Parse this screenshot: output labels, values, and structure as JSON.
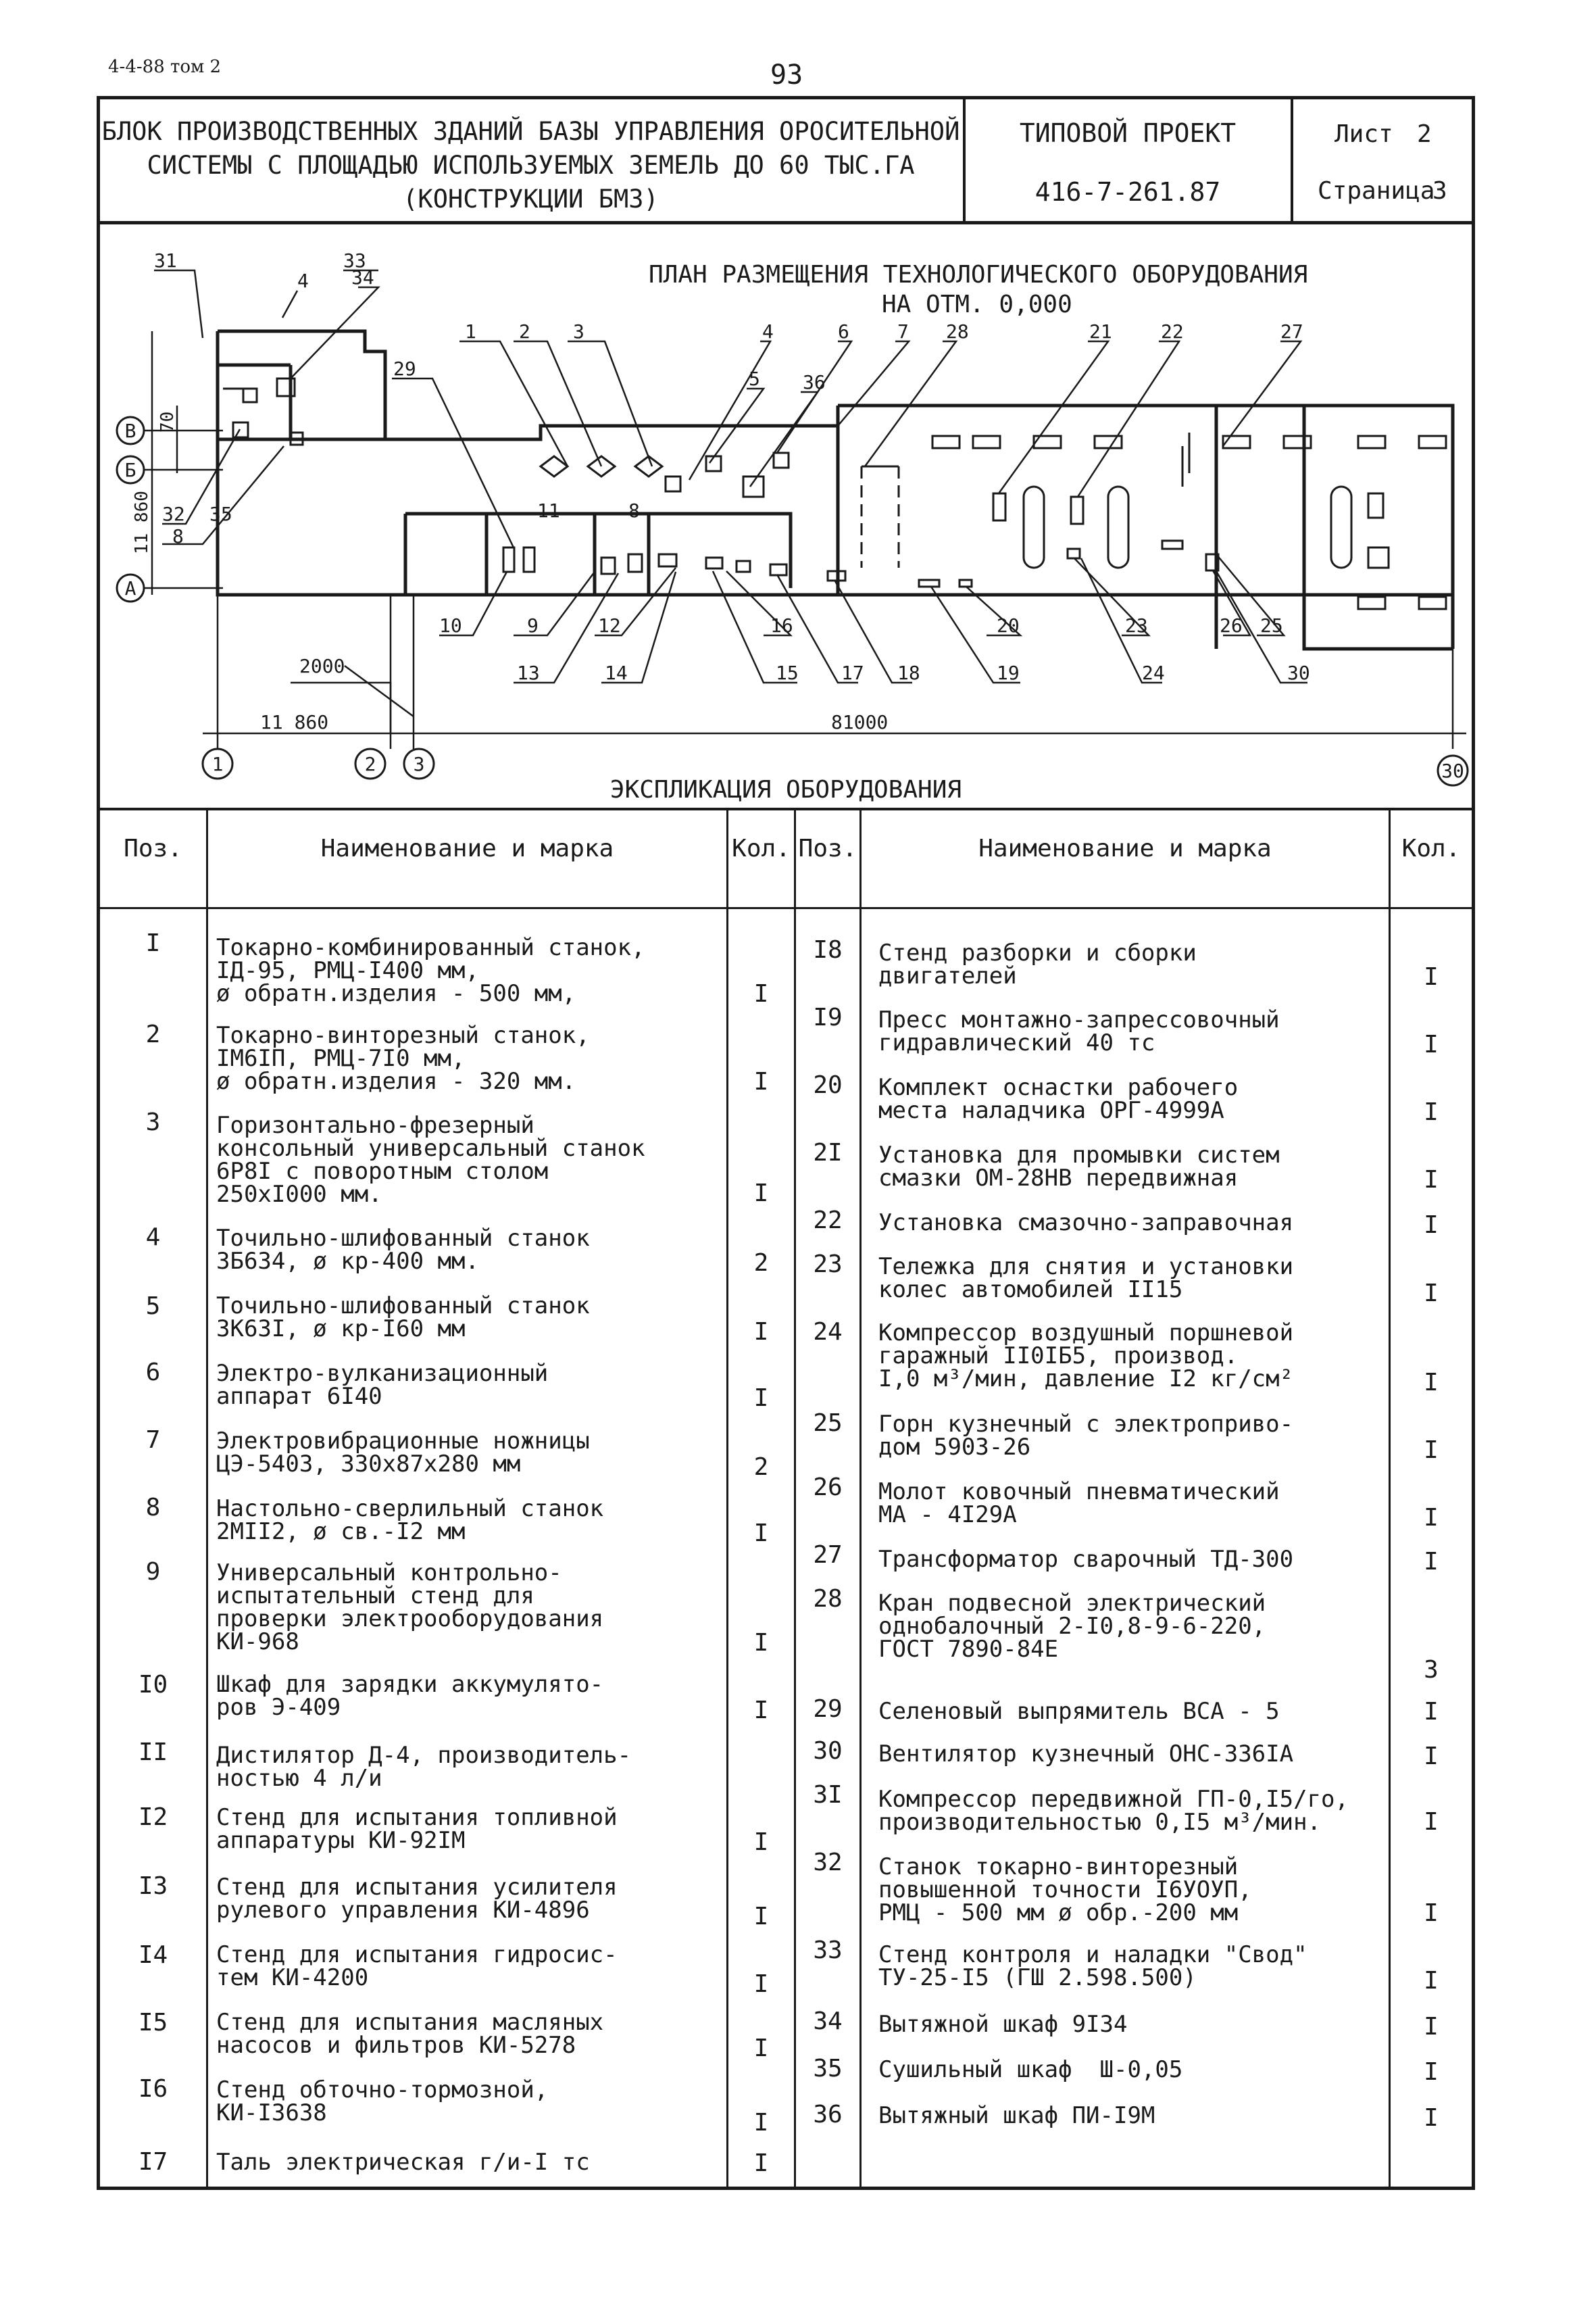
{
  "header": {
    "doc_ref": "4-4-88 том 2",
    "page_number": "93",
    "title_lines": [
      "БЛОК ПРОИЗВОДСТВЕННЫХ ЗДАНИЙ БАЗЫ УПРАВЛЕНИЯ ОРОСИТЕЛЬНОЙ",
      "СИСТЕМЫ С ПЛОЩАДЬЮ ИСПОЛЬЗУЕМЫХ ЗЕМЕЛЬ ДО 60 ТЫС.ГА",
      "(КОНСТРУКЦИИ БМЗ)"
    ],
    "project_label": "ТИПОВОЙ ПРОЕКТ",
    "project_code": "416-7-261.87",
    "sheet_label": "Лист",
    "sheet_value": "2",
    "page_label": "Страница",
    "page_value": "3"
  },
  "plan": {
    "title_line1": "ПЛАН РАЗМЕЩЕНИЯ ТЕХНОЛОГИЧЕСКОГО ОБОРУДОВАНИЯ",
    "title_line2": "НА ОТМ. 0,000",
    "axes": {
      "a": "А",
      "b": "Б",
      "v": "В",
      "ax1": "1",
      "ax2": "2",
      "ax3": "3",
      "ax30": "30"
    },
    "dims": {
      "d11860_vert": "11 860",
      "d70": "70",
      "d2000": "2000",
      "d11860": "11 860",
      "d81000": "81000"
    },
    "callouts_top": [
      "31",
      "4",
      "33",
      "34",
      "1",
      "2",
      "3",
      "4",
      "6",
      "7",
      "28",
      "21",
      "22",
      "27",
      "29",
      "5",
      "36"
    ],
    "callouts_left": [
      "32",
      "8",
      "35",
      "11",
      "8"
    ],
    "callouts_bottom": [
      "10",
      "9",
      "12",
      "16",
      "20",
      "23",
      "26",
      "25",
      "13",
      "14",
      "15",
      "17",
      "18",
      "19",
      "24",
      "30"
    ]
  },
  "table": {
    "title": "ЭКСПЛИКАЦИЯ ОБОРУДОВАНИЯ",
    "headers": {
      "pos": "Поз.",
      "name": "Наименование и марка",
      "qty_left": "Кол.",
      "qty_right": "Кол."
    },
    "left": [
      {
        "pos": "I",
        "name": "Токарно-комбинированный станок,\nIД-95, РМЦ-I400 мм,\nø обратн.изделия - 500 мм,",
        "qty": "I"
      },
      {
        "pos": "2",
        "name": "Токарно-винторезный станок,\nIМ6IП, РМЦ-7I0 мм,\nø обратн.изделия - 320 мм.",
        "qty": "I"
      },
      {
        "pos": "3",
        "name": "Горизонтально-фрезерный\nконсольный универсальный станок\n6Р8I с поворотным столом\n250хI000 мм.",
        "qty": "I"
      },
      {
        "pos": "4",
        "name": "Точильно-шлифованный станок\n3Б634, ø кр-400 мм.",
        "qty": "2"
      },
      {
        "pos": "5",
        "name": "Точильно-шлифованный станок\n3К63I, ø кр-I60 мм",
        "qty": "I"
      },
      {
        "pos": "6",
        "name": "Электро-вулканизационный\nаппарат 6I40",
        "qty": "I"
      },
      {
        "pos": "7",
        "name": "Электровибрационные ножницы\nЦЭ-5403, 330х87х280 мм",
        "qty": "2"
      },
      {
        "pos": "8",
        "name": "Настольно-сверлильный станок\n2МII2, ø св.-I2 мм",
        "qty": "I"
      },
      {
        "pos": "9",
        "name": "Универсальный контрольно-\nиспытательный стенд для\nпроверки электрооборудования\nКИ-968",
        "qty": "I"
      },
      {
        "pos": "I0",
        "name": "Шкаф для зарядки аккумулято-\nров Э-409",
        "qty": "I"
      },
      {
        "pos": "II",
        "name": "Дистилятор Д-4, производитель-\nностью 4 л/и",
        "qty": ""
      },
      {
        "pos": "I2",
        "name": "Стенд для испытания топливной\nаппаратуры КИ-92IМ",
        "qty": "I"
      },
      {
        "pos": "I3",
        "name": "Стенд для испытания усилителя\nрулевого управления КИ-4896",
        "qty": "I"
      },
      {
        "pos": "I4",
        "name": "Стенд для испытания гидросис-\nтем КИ-4200",
        "qty": "I"
      },
      {
        "pos": "I5",
        "name": "Стенд для испытания масляных\nнасосов и фильтров КИ-5278",
        "qty": "I"
      },
      {
        "pos": "I6",
        "name": "Стенд обточно-тормозной,\nКИ-I3638",
        "qty": "I"
      },
      {
        "pos": "I7",
        "name": "Таль электрическая г/и-I тс",
        "qty": "I"
      }
    ],
    "right": [
      {
        "pos": "I8",
        "name": "Стенд разборки и сборки\nдвигателей",
        "qty": "I"
      },
      {
        "pos": "I9",
        "name": "Пресс монтажно-запрессовочный\nгидравлический 40 тс",
        "qty": "I"
      },
      {
        "pos": "20",
        "name": "Комплект оснастки рабочего\nместа наладчика ОРГ-4999А",
        "qty": "I"
      },
      {
        "pos": "2I",
        "name": "Установка для промывки систем\nсмазки ОМ-28НВ передвижная",
        "qty": "I"
      },
      {
        "pos": "22",
        "name": "Установка смазочно-заправочная",
        "qty": "I"
      },
      {
        "pos": "23",
        "name": "Тележка для снятия и установки\nколес автомобилей II15",
        "qty": "I"
      },
      {
        "pos": "24",
        "name": "Компрессор воздушный поршневой\nгаражный II0IБ5, производ.\nI,0 м³/мин, давление I2 кг/см²",
        "qty": "I"
      },
      {
        "pos": "25",
        "name": "Горн кузнечный с электроприво-\nдом 5903-26",
        "qty": "I"
      },
      {
        "pos": "26",
        "name": "Молот ковочный пневматический\nМА - 4I29А",
        "qty": "I"
      },
      {
        "pos": "27",
        "name": "Трансформатор сварочный ТД-300",
        "qty": "I"
      },
      {
        "pos": "28",
        "name": "Кран подвесной электрический\nоднобалочный 2-I0,8-9-6-220,\nГОСТ 7890-84Е",
        "qty": "3"
      },
      {
        "pos": "29",
        "name": "Селеновый выпрямитель ВСА - 5",
        "qty": "I"
      },
      {
        "pos": "30",
        "name": "Вентилятор кузнечный ОНС-336IА",
        "qty": "I"
      },
      {
        "pos": "3I",
        "name": "Компрессор передвижной ГП-0,I5/го,\nпроизводительностью 0,I5 м³/мин.",
        "qty": "I"
      },
      {
        "pos": "32",
        "name": "Станок токарно-винторезный\nповышенной точности I6УОУП,\nРМЦ - 500 мм ø обр.-200 мм",
        "qty": "I"
      },
      {
        "pos": "33",
        "name": "Стенд контроля и наладки \"Свод\"\nТУ-25-I5 (ГШ 2.598.500)",
        "qty": "I"
      },
      {
        "pos": "34",
        "name": "Вытяжной шкаф 9I34",
        "qty": "I"
      },
      {
        "pos": "35",
        "name": "Сушильный шкаф  Ш-0,05",
        "qty": "I"
      },
      {
        "pos": "36",
        "name": "Вытяжный шкаф ПИ-I9М",
        "qty": "I"
      }
    ]
  }
}
